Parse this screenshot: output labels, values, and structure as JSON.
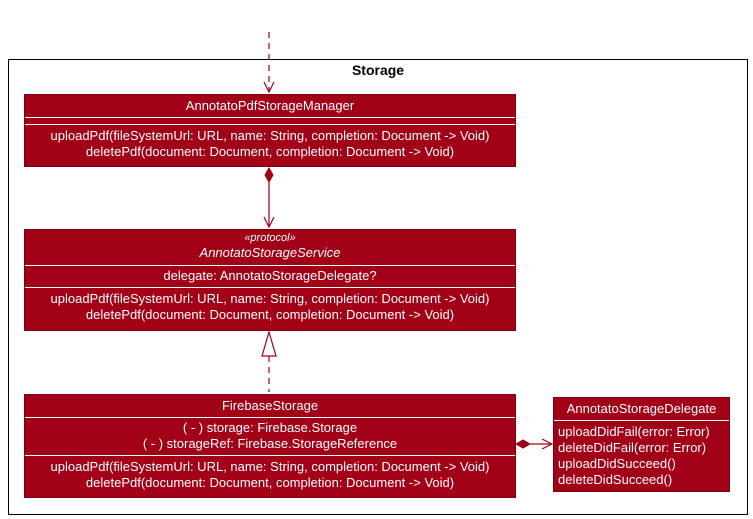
{
  "package": {
    "title": "Storage"
  },
  "classes": {
    "manager": {
      "name": "AnnotatoPdfStorageManager",
      "methods": [
        "uploadPdf(fileSystemUrl: URL, name: String, completion: Document -> Void)",
        "deletePdf(document: Document, completion: Document -> Void)"
      ]
    },
    "service": {
      "stereotype": "«protocol»",
      "name": "AnnotatoStorageService",
      "attributes": [
        "delegate: AnnotatoStorageDelegate?"
      ],
      "methods": [
        "uploadPdf(fileSystemUrl: URL, name: String, completion: Document -> Void)",
        "deletePdf(document: Document, completion: Document -> Void)"
      ]
    },
    "firebase": {
      "name": "FirebaseStorage",
      "attributes": [
        "( - ) storage: Firebase.Storage",
        "( - ) storageRef: Firebase.StorageReference"
      ],
      "methods": [
        "uploadPdf(fileSystemUrl: URL, name: String, completion: Document -> Void)",
        "deletePdf(document: Document, completion: Document -> Void)"
      ]
    },
    "delegate": {
      "name": "AnnotatoStorageDelegate",
      "methods": [
        "uploadDidFail(error: Error)",
        "deleteDidFail(error: Error)",
        "uploadDidSucceed()",
        "deleteDidSucceed()"
      ]
    }
  },
  "colors": {
    "class_fill": "#a10017",
    "class_text": "#ffffff",
    "connector": "#a10017"
  }
}
